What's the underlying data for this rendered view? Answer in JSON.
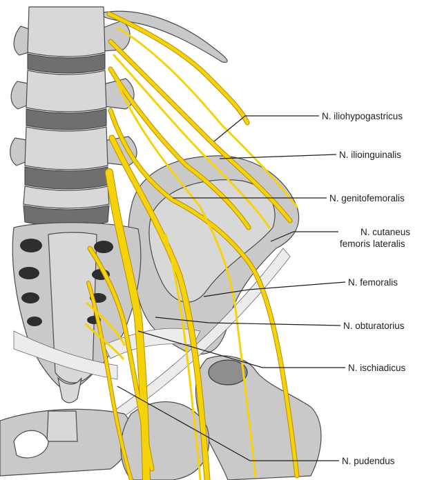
{
  "labels": {
    "iliohypogastricus": "N. iliohypogastricus",
    "ilioinguinalis": "N. ilioinguinalis",
    "genitofemoralis": "N. genitofemoralis",
    "cutaneus_line1": "N. cutaneus",
    "cutaneus_line2": "femoris lateralis",
    "femoralis": "N. femoralis",
    "obturatorius": "N. obturatorius",
    "ischiadicus": "N. ischiadicus",
    "pudendus": "N. pudendus"
  },
  "colors": {
    "nerve": "#f5d20a",
    "bone": "#c9c9c9",
    "disc": "#6f6f6f",
    "leader_line": "#1c1c1c"
  }
}
